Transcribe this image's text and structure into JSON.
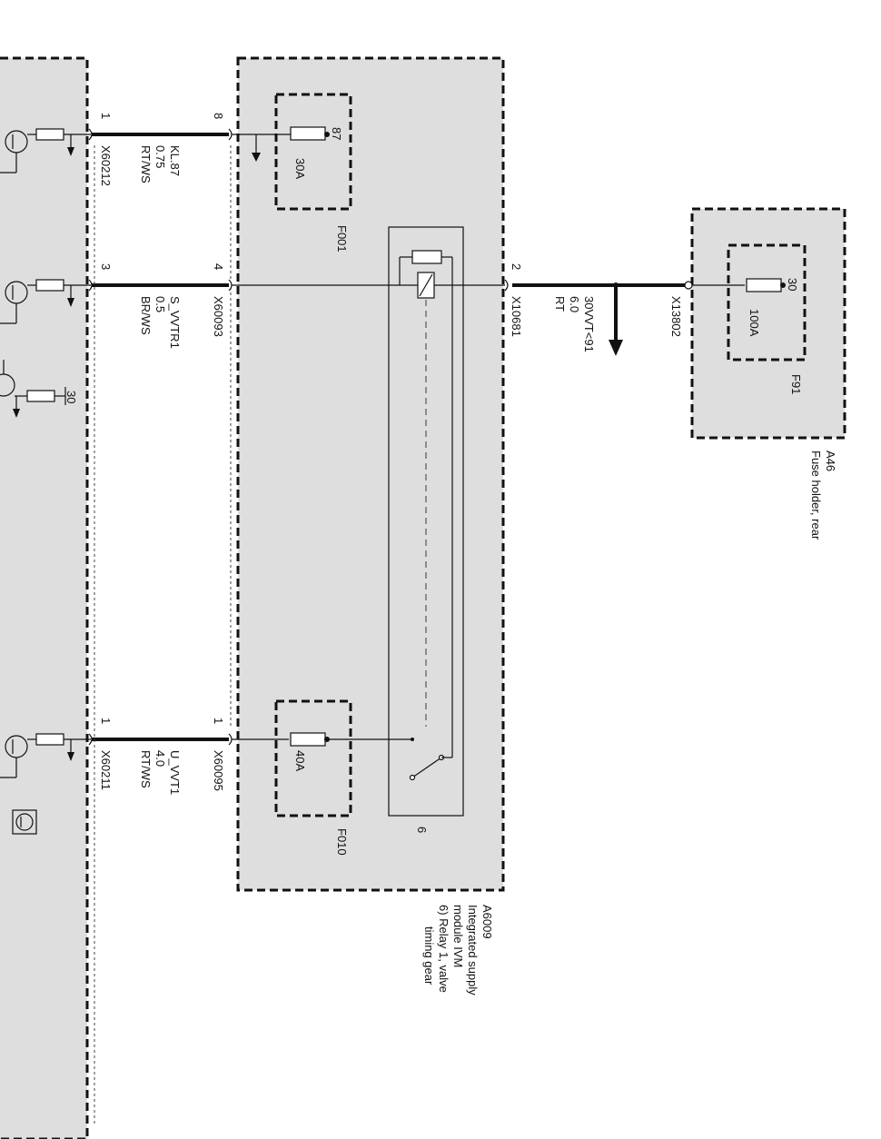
{
  "fuse_holder_rear": {
    "ref": "A46",
    "name": "Fuse holder, rear",
    "fuse": {
      "id": "F91",
      "rating": "100A",
      "pin": "30"
    },
    "connector": "X13802"
  },
  "supply_module": {
    "ref": "A6009",
    "name_lines": [
      "Integrated supply",
      "module IVM",
      "6) Relay 1, valve",
      "timing gear"
    ],
    "relay_label": "6",
    "fuse_f001": {
      "id": "F001",
      "rating": "30A",
      "pin": "87"
    },
    "fuse_f010": {
      "id": "F010",
      "rating": "40A"
    }
  },
  "feed": {
    "connector": "X10681",
    "pin": "2",
    "signal": "30VVT<91",
    "size": "6.0",
    "color": "RT"
  },
  "wires": [
    {
      "module_pin": "8",
      "module_connector": "X60093",
      "ecu_pin": "1",
      "ecu_connector": "X60212",
      "signal": "KL.87",
      "size": "0.75",
      "color": "RT/WS"
    },
    {
      "module_pin": "4",
      "module_connector": "X60093",
      "ecu_pin": "3",
      "ecu_connector": "",
      "signal": "S_VVTR1",
      "size": "0.5",
      "color": "BR/WS"
    },
    {
      "module_pin": "1",
      "module_connector": "X60095",
      "ecu_pin": "1",
      "ecu_connector": "X60211",
      "signal": "U_VVT1",
      "size": "4.0",
      "color": "RT/WS"
    }
  ],
  "ecu_internal_pin": "30"
}
